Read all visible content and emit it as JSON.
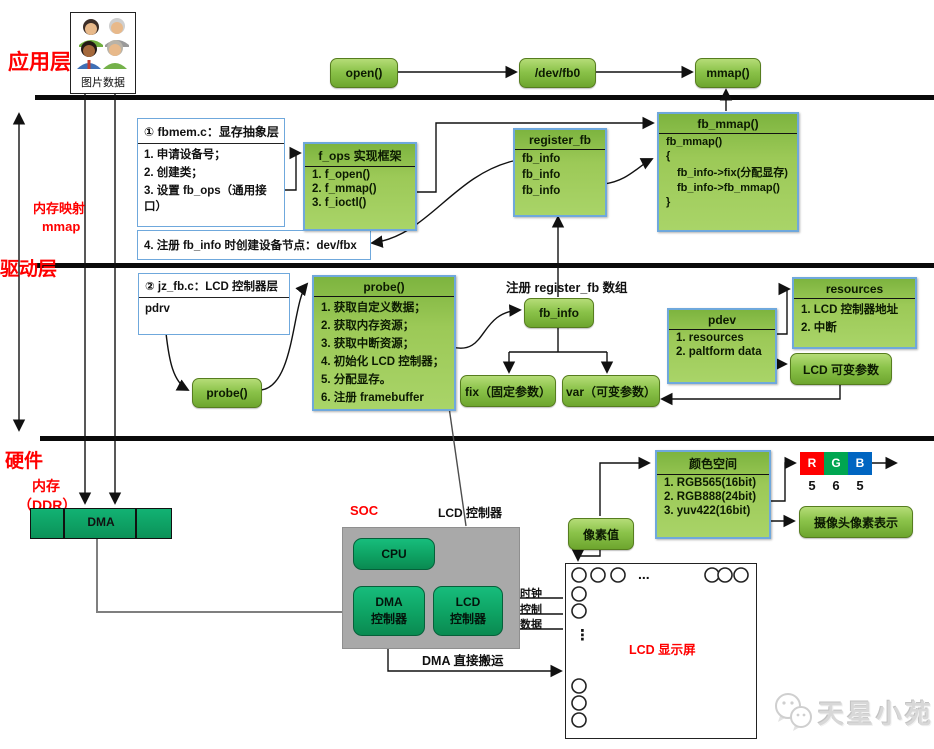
{
  "labels": {
    "app_layer": "应用层",
    "driver_layer": "驱动层",
    "hardware": "硬件",
    "memory_map_1": "内存映射",
    "memory_map_2": "mmap",
    "memory_1": "内存",
    "memory_2": "（DDR）",
    "image_caption": "图片数据",
    "register_array_note": "注册 register_fb 数组",
    "soc": "SOC",
    "lcd_controller_caption": "LCD 控制器",
    "dma_move_note": "DMA 直接搬运",
    "lcd_screen": "LCD 显示屏",
    "ellipsis_h": "...",
    "ellipsis_v": "⋮",
    "watermark": "天星小苑"
  },
  "app_flow": {
    "open": "open()",
    "dev_fb0": "/dev/fb0",
    "mmap": "mmap()"
  },
  "fbmem_box": {
    "title": "① fbmem.c：显存抽象层",
    "items": [
      "1. 申请设备号；",
      "2. 创建类；",
      "3. 设置 fb_ops（通用接口）"
    ]
  },
  "note4": "4. 注册 fb_info 时创建设备节点：dev/fbx",
  "fops_box": {
    "title": "f_ops 实现框架",
    "items": [
      "1. f_open()",
      "2. f_mmap()",
      "3. f_ioctl()"
    ]
  },
  "register_fb_box": {
    "title": "register_fb",
    "items": [
      "fb_info",
      "fb_info",
      "fb_info"
    ]
  },
  "fb_mmap_box": {
    "title": "fb_mmap()",
    "lines": [
      "fb_mmap()",
      "{",
      "fb_info->fix(分配显存)",
      "fb_info->fb_mmap()",
      "}"
    ]
  },
  "jzfb_box": {
    "title": "② jz_fb.c：LCD 控制器层",
    "content": "pdrv"
  },
  "probe_chip": "probe()",
  "probe_box": {
    "title": "probe()",
    "items": [
      "1. 获取自定义数据；",
      "2. 获取内存资源；",
      "3. 获取中断资源；",
      "4. 初始化 LCD 控制器；",
      "5. 分配显存。",
      "6. 注册 framebuffer"
    ]
  },
  "fb_info_chip": "fb_info",
  "fix_chip": "fix（固定参数）",
  "var_chip": "var（可变参数）",
  "pdev_box": {
    "title": "pdev",
    "items": [
      "1. resources",
      "2. paltform data"
    ]
  },
  "resources_box": {
    "title": "resources",
    "items": [
      "1. LCD 控制器地址",
      "2. 中断"
    ]
  },
  "lcd_var_chip": "LCD 可变参数",
  "hardware": {
    "dma_bar": "DMA",
    "cpu": "CPU",
    "dma_ctrl_1": "DMA",
    "dma_ctrl_2": "控制器",
    "lcd_ctrl_1": "LCD",
    "lcd_ctrl_2": "控制器",
    "signal_clock": "时钟",
    "signal_control": "控制",
    "signal_data": "数据",
    "pixel_chip": "像素值"
  },
  "colorspace_box": {
    "title": "颜色空间",
    "items": [
      "1. RGB565(16bit)",
      "2. RGB888(24bit)",
      "3. yuv422(16bit)"
    ]
  },
  "rgb": {
    "r": "R",
    "g": "G",
    "b": "B",
    "bits": [
      "5",
      "6",
      "5"
    ]
  },
  "camera_chip": "摄像头像素表示",
  "colors": {
    "red_label": "#ff0000",
    "box_green_top": "#7db43f",
    "box_green_bottom": "#a9d468",
    "chip_green_top": "#b5dc77",
    "chip_green_bottom": "#6da52e",
    "emerald_top": "#17bd7c",
    "emerald_bottom": "#0a8a51",
    "soc_gray": "#a9a9a9",
    "blue_border": "#6fa8dc",
    "r_red": "#ff0000",
    "g_green": "#00a651",
    "b_blue": "#0065c1",
    "watermark_gray": "#d8d8d8"
  }
}
